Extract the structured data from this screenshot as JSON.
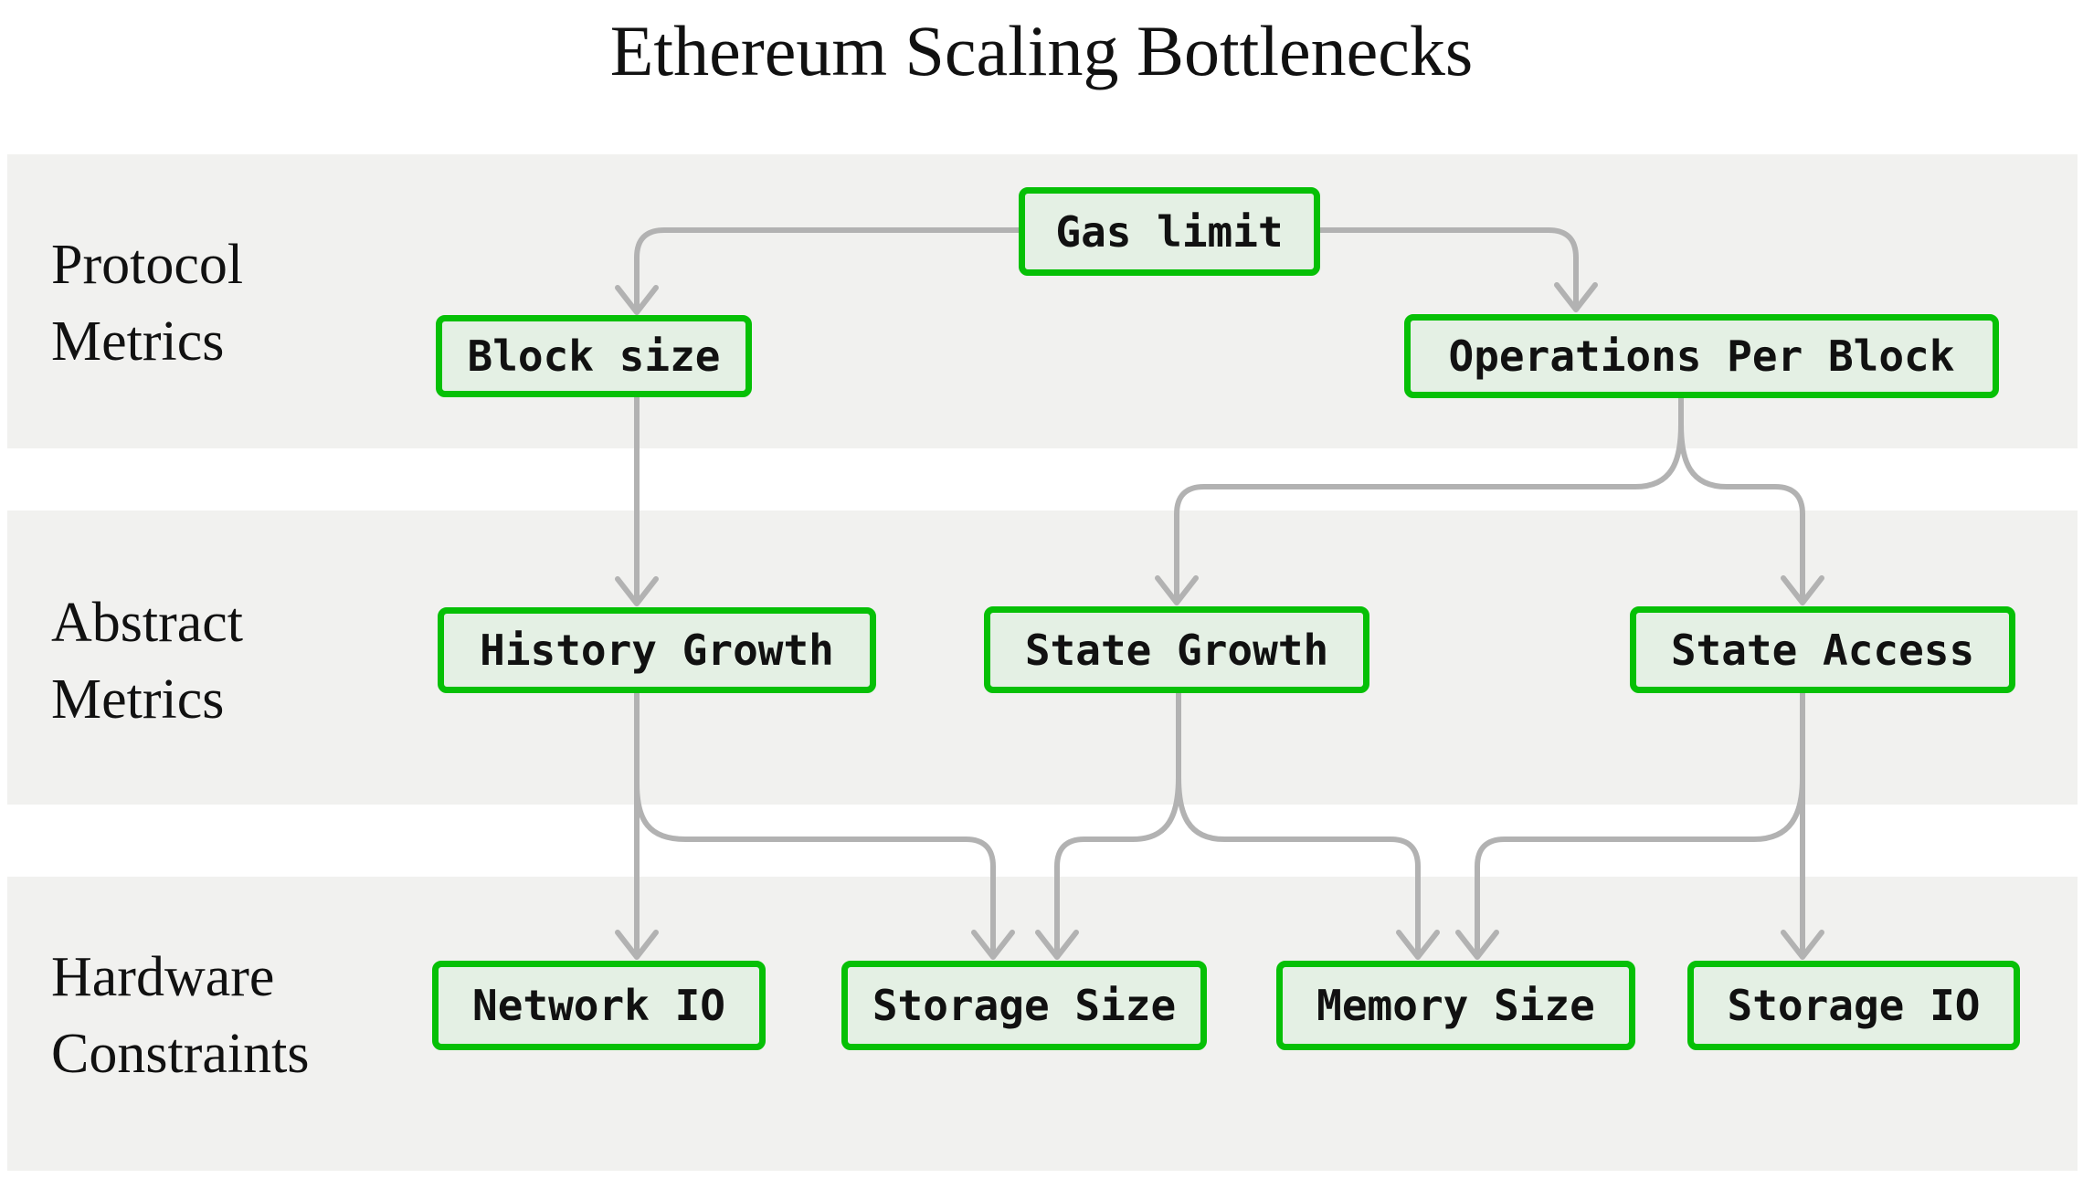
{
  "title": "Ethereum Scaling Bottlenecks",
  "bands": [
    {
      "label_line1": "Protocol",
      "label_line2": "Metrics"
    },
    {
      "label_line1": "Abstract",
      "label_line2": "Metrics"
    },
    {
      "label_line1": "Hardware",
      "label_line2": "Constraints"
    }
  ],
  "nodes": {
    "gas_limit": "Gas limit",
    "block_size": "Block size",
    "operations_per_block": "Operations Per Block",
    "history_growth": "History Growth",
    "state_growth": "State Growth",
    "state_access": "State Access",
    "network_io": "Network IO",
    "storage_size": "Storage Size",
    "memory_size": "Memory Size",
    "storage_io": "Storage IO"
  },
  "edges": [
    {
      "from": "Gas limit",
      "to": "Block size"
    },
    {
      "from": "Gas limit",
      "to": "Operations Per Block"
    },
    {
      "from": "Block size",
      "to": "History Growth"
    },
    {
      "from": "Operations Per Block",
      "to": "State Growth"
    },
    {
      "from": "Operations Per Block",
      "to": "State Access"
    },
    {
      "from": "History Growth",
      "to": "Network IO"
    },
    {
      "from": "History Growth",
      "to": "Storage Size"
    },
    {
      "from": "State Growth",
      "to": "Storage Size"
    },
    {
      "from": "State Growth",
      "to": "Memory Size"
    },
    {
      "from": "State Access",
      "to": "Memory Size"
    },
    {
      "from": "State Access",
      "to": "Storage IO"
    }
  ],
  "colors": {
    "node_border": "#06c006",
    "node_fill": "#e4f0e4",
    "band_background": "#f1f1ef",
    "arrow": "#b2b2b2",
    "text": "#111111"
  }
}
